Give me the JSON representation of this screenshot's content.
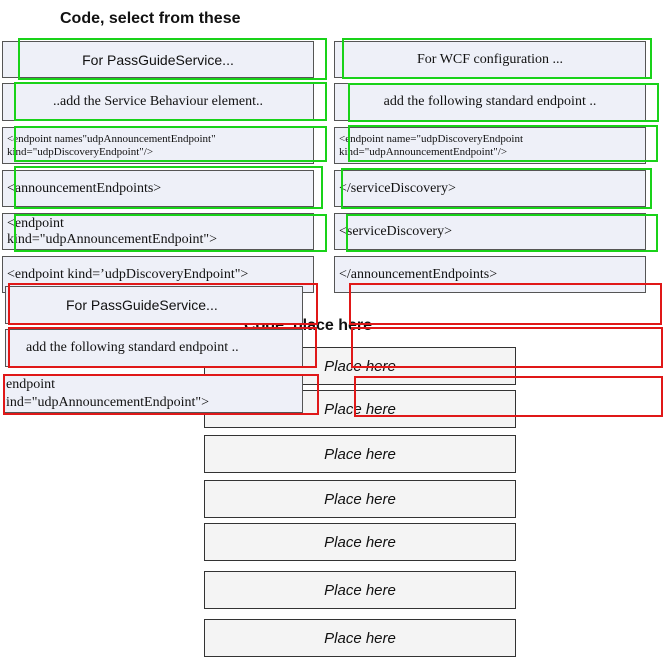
{
  "headings": {
    "select": "Code, select from these",
    "place": "Code, place here"
  },
  "options": {
    "left": [
      "For PassGuideService...",
      "..add the Service Behaviour element..",
      "<endpoint names\"udpAnnouncementEndpoint\"\nkind=\"udpDiscoveryEndpoint\"/>",
      "<announcementEndpoints>",
      "<endpoint\nkind=\"udpAnnouncementEndpoint\">",
      "<endpoint kind=’udpDiscoveryEndpoint\">"
    ],
    "right": [
      "For WCF configuration ...",
      "add the following standard endpoint ..",
      "<endpoint name=\"udpDiscoveryEndpoint\nkind=\"udpAnnouncementEndpoint\"/>",
      "</serviceDiscovery>",
      "<serviceDiscovery>",
      "</announcementEndpoints>"
    ]
  },
  "dragged": [
    "For PassGuideService...",
    "add the following standard endpoint ..",
    "endpoint\nind=\"udpAnnouncementEndpoint\">"
  ],
  "targets": [
    "Place here",
    "Place here",
    "Place here",
    "Place here",
    "Place here",
    "Place here",
    "Place here"
  ]
}
